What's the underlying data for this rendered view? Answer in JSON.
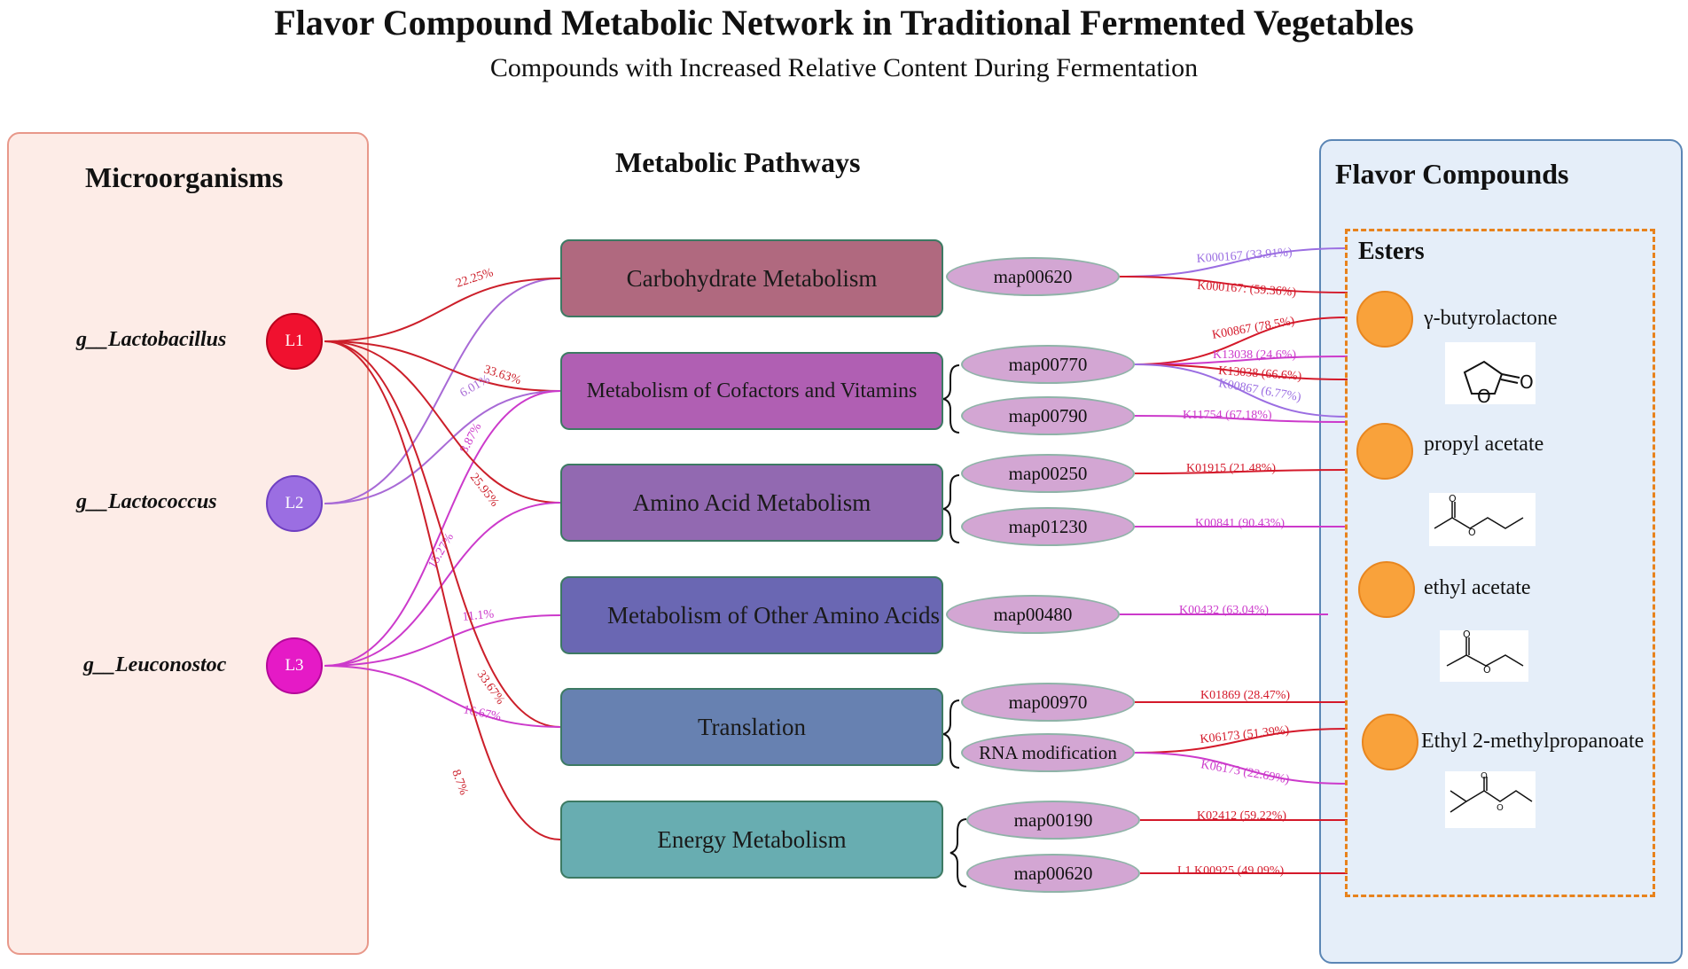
{
  "title": "Flavor Compound Metabolic Network in Traditional Fermented Vegetables",
  "subtitle": "Compounds with Increased Relative Content During Fermentation",
  "columns": {
    "microorganisms": "Microorganisms",
    "pathways": "Metabolic Pathways",
    "flavor": "Flavor Compounds"
  },
  "microbes": [
    {
      "genus": "g__Lactobacillus",
      "code": "L1",
      "color": "#f0112f"
    },
    {
      "genus": "g__Lactococcus",
      "code": "L2",
      "color": "#9b6ee2"
    },
    {
      "genus": "g__Leuconostoc",
      "code": "L3",
      "color": "#e51ac6"
    }
  ],
  "pathways": [
    {
      "name": "Carbohydrate Metabolism",
      "color": "#b0697f"
    },
    {
      "name": "Metabolism of Cofactors and Vitamins",
      "color": "#b05fb3"
    },
    {
      "name": "Amino Acid Metabolism",
      "color": "#9269b1"
    },
    {
      "name": "Metabolism of Other Amino Acids",
      "color": "#6a67b3"
    },
    {
      "name": "Translation",
      "color": "#6781b1"
    },
    {
      "name": "Energy Metabolism",
      "color": "#68adb1"
    }
  ],
  "maps": [
    "map00620",
    "map00770",
    "map00790",
    "map00250",
    "map01230",
    "map00480",
    "map00970",
    "RNA modification",
    "map00190",
    "map00620"
  ],
  "group_label": "Esters",
  "compounds": [
    "γ-butyrolactone",
    "propyl acetate",
    "ethyl acetate",
    "Ethyl 2-methylpropanoate"
  ],
  "microbe_links": [
    {
      "label": "22.25%",
      "color": "#cc1f2a"
    },
    {
      "label": "33.63%",
      "color": "#cc1f2a"
    },
    {
      "label": "6.01%",
      "color": "#a86ad6"
    },
    {
      "label": "8.87%",
      "color": "#cc3acb"
    },
    {
      "label": "25.95%",
      "color": "#cc1f2a"
    },
    {
      "label": "15.27%",
      "color": "#cc3acb"
    },
    {
      "label": "11.1%",
      "color": "#cc3acb"
    },
    {
      "label": "33.67%",
      "color": "#cc1f2a"
    },
    {
      "label": "16.67%",
      "color": "#cc3acb"
    },
    {
      "label": "8.7%",
      "color": "#cc1f2a"
    }
  ],
  "ko_links": [
    {
      "label": "K000167 (33.91%)",
      "color": "#9b6ee2"
    },
    {
      "label": "K000167: (59.36%)",
      "color": "#d4192a"
    },
    {
      "label": "K00867 (78.5%)",
      "color": "#d4192a"
    },
    {
      "label": "K13038 (24.6%)",
      "color": "#cc3acb"
    },
    {
      "label": "K13038 (66.6%)",
      "color": "#d4192a"
    },
    {
      "label": "K00867 (6.77%)",
      "color": "#9b6ee2"
    },
    {
      "label": "K11754 (67.18%)",
      "color": "#cc3acb"
    },
    {
      "label": "K01915  (21.48%)",
      "color": "#d4192a"
    },
    {
      "label": "K00841 (90.43%)",
      "color": "#cc3acb"
    },
    {
      "label": "K00432 (63.04%)",
      "color": "#cc3acb"
    },
    {
      "label": "K01869 (28.47%)",
      "color": "#d4192a"
    },
    {
      "label": "K06173 (51.39%)",
      "color": "#d4192a"
    },
    {
      "label": "K06173 (22.69%)",
      "color": "#cc3acb"
    },
    {
      "label": "K02412 (59.22%)",
      "color": "#d4192a"
    },
    {
      "label": "L1 K00925 (49.09%)",
      "color": "#d4192a"
    }
  ]
}
